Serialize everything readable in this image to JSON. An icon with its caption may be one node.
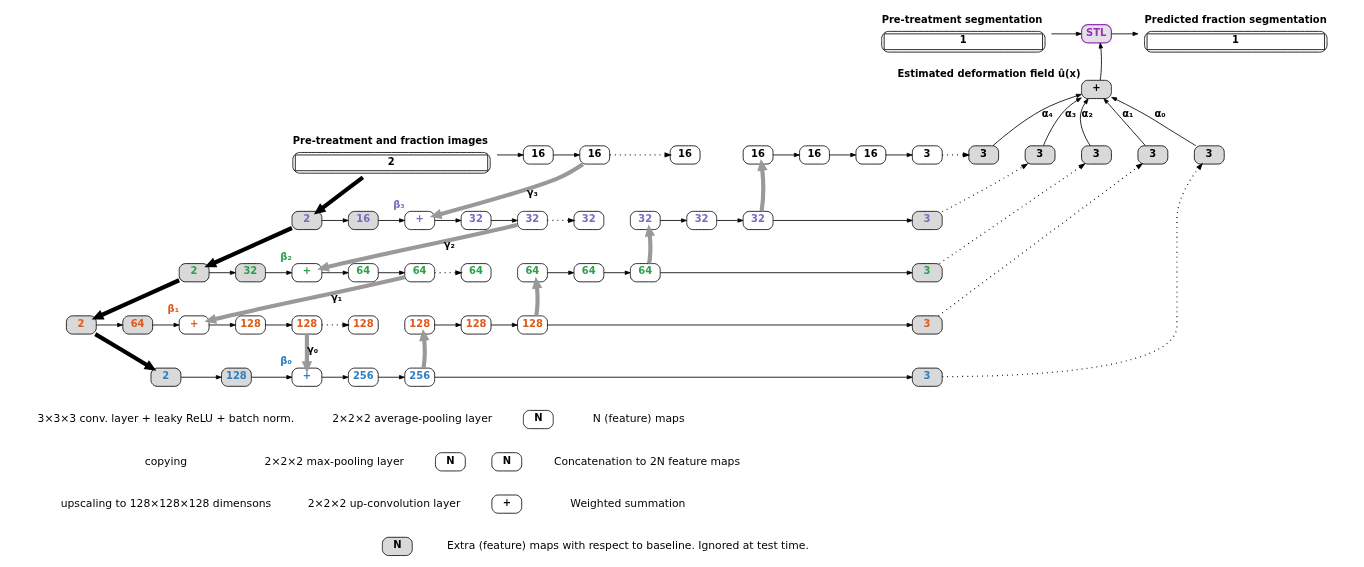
{
  "diagram": {
    "nodes": [
      {
        "text": [
          "Pre-treatment segmentation",
          "1"
        ]
      },
      {
        "text": [
          "STL"
        ]
      },
      {
        "text": [
          "Predicted fraction segmentation",
          "1"
        ]
      },
      {
        "text": [
          "+"
        ],
        "beside": [
          "Estimated deformation field û(x)"
        ]
      },
      {
        "text": [
          "Pre-treatment and fraction images",
          "2"
        ]
      },
      {
        "text": [
          "16"
        ]
      },
      {
        "text": [
          "16"
        ]
      },
      {
        "text": [
          "16"
        ]
      },
      {
        "text": [
          "16"
        ]
      },
      {
        "text": [
          "16"
        ]
      },
      {
        "text": [
          "16"
        ]
      },
      {
        "text": [
          "3"
        ]
      },
      {
        "text": [
          "3"
        ]
      },
      {
        "text": [
          "3"
        ]
      },
      {
        "text": [
          "3"
        ]
      },
      {
        "text": [
          "3"
        ]
      },
      {
        "text": [
          "3"
        ]
      },
      {
        "text": [
          "2"
        ]
      },
      {
        "text": [
          "16"
        ]
      },
      {
        "text": [
          "+"
        ],
        "beside": [
          "β₃"
        ]
      },
      {
        "text": [
          "32"
        ]
      },
      {
        "text": [
          "32"
        ]
      },
      {
        "text": [
          "32"
        ]
      },
      {
        "text": [
          "32"
        ]
      },
      {
        "text": [
          "32"
        ]
      },
      {
        "text": [
          "32"
        ]
      },
      {
        "text": [
          "3"
        ]
      },
      {
        "text": [
          "2"
        ]
      },
      {
        "text": [
          "32"
        ]
      },
      {
        "text": [
          "+"
        ],
        "beside": [
          "β₂"
        ]
      },
      {
        "text": [
          "64"
        ]
      },
      {
        "text": [
          "64"
        ]
      },
      {
        "text": [
          "64"
        ]
      },
      {
        "text": [
          "64"
        ]
      },
      {
        "text": [
          "64"
        ]
      },
      {
        "text": [
          "64"
        ]
      },
      {
        "text": [
          "3"
        ]
      },
      {
        "text": [
          "2"
        ]
      },
      {
        "text": [
          "64"
        ]
      },
      {
        "text": [
          "+"
        ],
        "beside": [
          "β₁"
        ]
      },
      {
        "text": [
          "128"
        ]
      },
      {
        "text": [
          "128"
        ]
      },
      {
        "text": [
          "128"
        ]
      },
      {
        "text": [
          "128"
        ]
      },
      {
        "text": [
          "128"
        ]
      },
      {
        "text": [
          "128"
        ]
      },
      {
        "text": [
          "3"
        ]
      },
      {
        "text": [
          "2"
        ]
      },
      {
        "text": [
          "128"
        ]
      },
      {
        "text": [
          "+"
        ],
        "beside": [
          "β₀"
        ]
      },
      {
        "text": [
          "256"
        ]
      },
      {
        "text": [
          "256"
        ]
      },
      {
        "text": [
          "3"
        ]
      },
      {
        "text": [
          "N"
        ]
      },
      {
        "text": [
          "N"
        ]
      },
      {
        "text": [
          "N"
        ]
      },
      {
        "text": [
          "+"
        ]
      },
      {
        "text": [
          "N"
        ]
      }
    ],
    "edges": [
      {
        "from": 0,
        "to": 1,
        "arrow": "to"
      },
      {
        "from": 1,
        "to": 2,
        "arrow": "to"
      },
      {
        "from": 3,
        "to": 1,
        "arrow": "to"
      },
      {
        "from": 12,
        "to": 3,
        "arrow": "to",
        "label": "α₄"
      },
      {
        "from": 13,
        "to": 3,
        "arrow": "to",
        "label": "α₃"
      },
      {
        "from": 14,
        "to": 3,
        "arrow": "to",
        "label": "α₂"
      },
      {
        "from": 15,
        "to": 3,
        "arrow": "to",
        "label": "α₁"
      },
      {
        "from": 16,
        "to": 3,
        "arrow": "to",
        "label": "α₀"
      },
      {
        "from": 4,
        "to": 5,
        "arrow": "to"
      },
      {
        "from": 5,
        "to": 6,
        "arrow": "to"
      },
      {
        "from": 6,
        "to": 7,
        "arrow": "to",
        "style": "dashed"
      },
      {
        "from": 8,
        "to": 9,
        "arrow": "to"
      },
      {
        "from": 9,
        "to": 10,
        "arrow": "to"
      },
      {
        "from": 10,
        "to": 11,
        "arrow": "to"
      },
      {
        "from": 11,
        "to": 12,
        "arrow": "to",
        "style": "dashed"
      },
      {
        "from": 4,
        "to": 17,
        "arrow": "to",
        "style": "thick"
      },
      {
        "from": 6,
        "to": 19,
        "arrow": "to",
        "style": "thick",
        "color": "#999999",
        "label": "γ₃"
      },
      {
        "from": 17,
        "to": 18,
        "arrow": "to"
      },
      {
        "from": 18,
        "to": 19,
        "arrow": "to"
      },
      {
        "from": 19,
        "to": 20,
        "arrow": "to"
      },
      {
        "from": 20,
        "to": 21,
        "arrow": "to"
      },
      {
        "from": 21,
        "to": 22,
        "arrow": "to",
        "style": "dashed"
      },
      {
        "from": 23,
        "to": 24,
        "arrow": "to"
      },
      {
        "from": 24,
        "to": 25,
        "arrow": "to"
      },
      {
        "from": 25,
        "to": 26,
        "arrow": "to"
      },
      {
        "from": 25,
        "to": 8,
        "arrow": "to",
        "style": "thick",
        "color": "#999999"
      },
      {
        "from": 26,
        "to": 13,
        "arrow": "to",
        "style": "dashed"
      },
      {
        "from": 17,
        "to": 27,
        "arrow": "to",
        "style": "thick"
      },
      {
        "from": 21,
        "to": 29,
        "arrow": "to",
        "style": "thick",
        "color": "#999999",
        "label": "γ₂"
      },
      {
        "from": 27,
        "to": 28,
        "arrow": "to"
      },
      {
        "from": 28,
        "to": 29,
        "arrow": "to"
      },
      {
        "from": 29,
        "to": 30,
        "arrow": "to"
      },
      {
        "from": 30,
        "to": 31,
        "arrow": "to"
      },
      {
        "from": 31,
        "to": 32,
        "arrow": "to",
        "style": "dashed"
      },
      {
        "from": 33,
        "to": 34,
        "arrow": "to"
      },
      {
        "from": 34,
        "to": 35,
        "arrow": "to"
      },
      {
        "from": 35,
        "to": 36,
        "arrow": "to"
      },
      {
        "from": 35,
        "to": 23,
        "arrow": "to",
        "style": "thick",
        "color": "#999999"
      },
      {
        "from": 36,
        "to": 14,
        "arrow": "to",
        "style": "dashed"
      },
      {
        "from": 27,
        "to": 37,
        "arrow": "to",
        "style": "thick"
      },
      {
        "from": 31,
        "to": 39,
        "arrow": "to",
        "style": "thick",
        "color": "#999999",
        "label": "γ₁"
      },
      {
        "from": 37,
        "to": 38,
        "arrow": "to"
      },
      {
        "from": 38,
        "to": 39,
        "arrow": "to"
      },
      {
        "from": 39,
        "to": 40,
        "arrow": "to"
      },
      {
        "from": 40,
        "to": 41,
        "arrow": "to"
      },
      {
        "from": 41,
        "to": 42,
        "arrow": "to",
        "style": "dashed"
      },
      {
        "from": 43,
        "to": 44,
        "arrow": "to"
      },
      {
        "from": 44,
        "to": 45,
        "arrow": "to"
      },
      {
        "from": 45,
        "to": 46,
        "arrow": "to"
      },
      {
        "from": 45,
        "to": 33,
        "arrow": "to",
        "style": "thick",
        "color": "#999999"
      },
      {
        "from": 46,
        "to": 15,
        "arrow": "to",
        "style": "dashed"
      },
      {
        "from": 37,
        "to": 47,
        "arrow": "to",
        "style": "thick"
      },
      {
        "from": 41,
        "to": 49,
        "arrow": "to",
        "style": "thick",
        "color": "#999999",
        "label": "γ₀"
      },
      {
        "from": 47,
        "to": 48,
        "arrow": "to"
      },
      {
        "from": 48,
        "to": 49,
        "arrow": "to"
      },
      {
        "from": 49,
        "to": 50,
        "arrow": "to"
      },
      {
        "from": 50,
        "to": 51,
        "arrow": "to"
      },
      {
        "from": 51,
        "to": 52,
        "arrow": "to"
      },
      {
        "from": 51,
        "to": 43,
        "arrow": "to",
        "style": "thick",
        "color": "#999999"
      },
      {
        "from": 52,
        "to": 16,
        "arrow": "to",
        "style": "dashed"
      }
    ],
    "legend": [
      {
        "text": "3×3×3 conv. layer + leaky ReLU + batch norm."
      },
      {
        "text": "copying"
      },
      {
        "text": "upscaling to 128×128×128 dimensons"
      },
      {
        "text": "2×2×2 average-pooling layer"
      },
      {
        "text": "2×2×2 max-pooling layer"
      },
      {
        "text": "2×2×2 up-convolution layer"
      },
      {
        "text": "N (feature) maps"
      },
      {
        "text": "Concatenation to 2N feature maps"
      },
      {
        "text": "Weighted summation"
      },
      {
        "text": "Extra (feature) maps with respect to baseline. Ignored at test time."
      }
    ]
  }
}
